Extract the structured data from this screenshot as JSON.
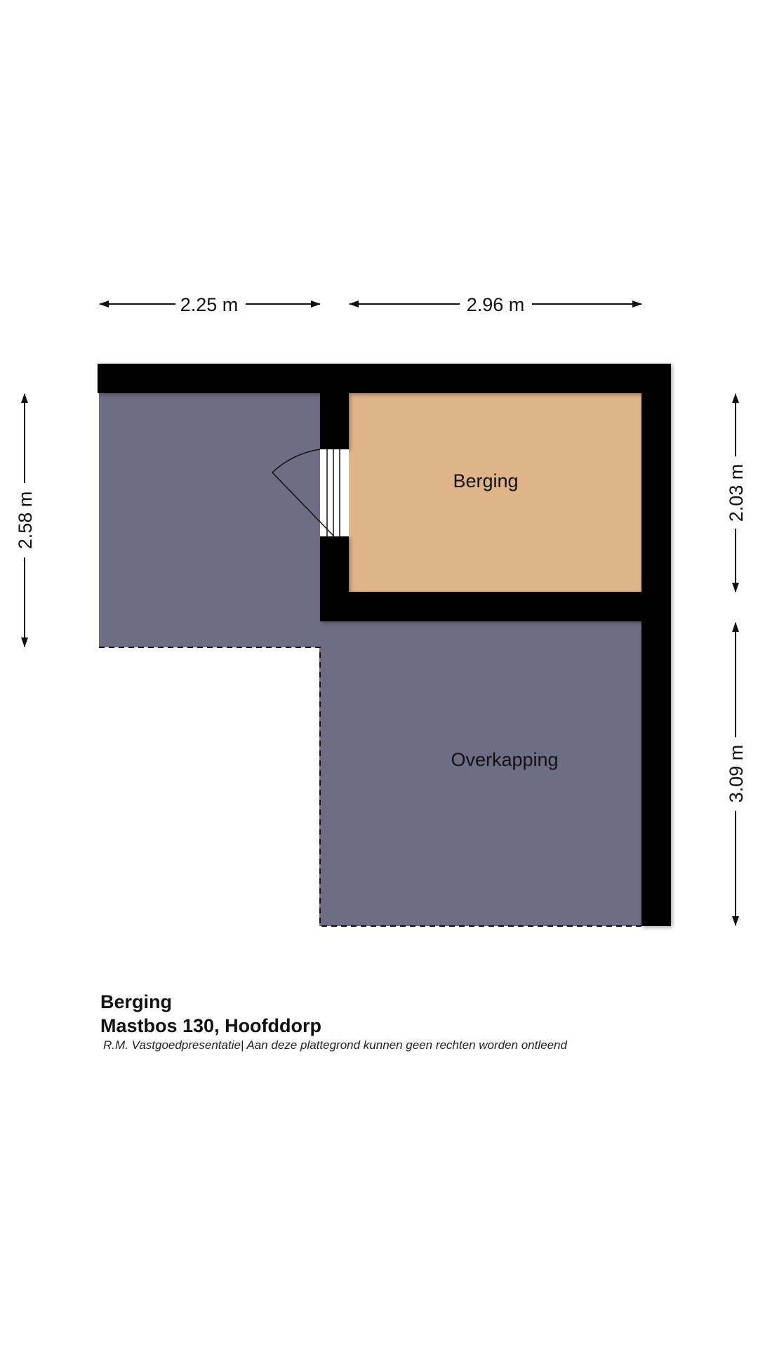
{
  "plan": {
    "dimensions": {
      "top_left": "2.25 m",
      "top_right": "2.96 m",
      "left": "2.58 m",
      "right_upper": "2.03 m",
      "right_lower": "3.09 m"
    },
    "rooms": {
      "berging": "Berging",
      "overkapping": "Overkapping"
    },
    "colors": {
      "wall": "#000000",
      "berging_floor": "#dfb488",
      "overkapping_floor": "#6e6d85"
    }
  },
  "caption": {
    "title": "Berging",
    "address": "Mastbos 130, Hoofddorp",
    "disclaimer": "R.M. Vastgoedpresentatie| Aan deze plattegrond kunnen geen rechten worden ontleend"
  }
}
